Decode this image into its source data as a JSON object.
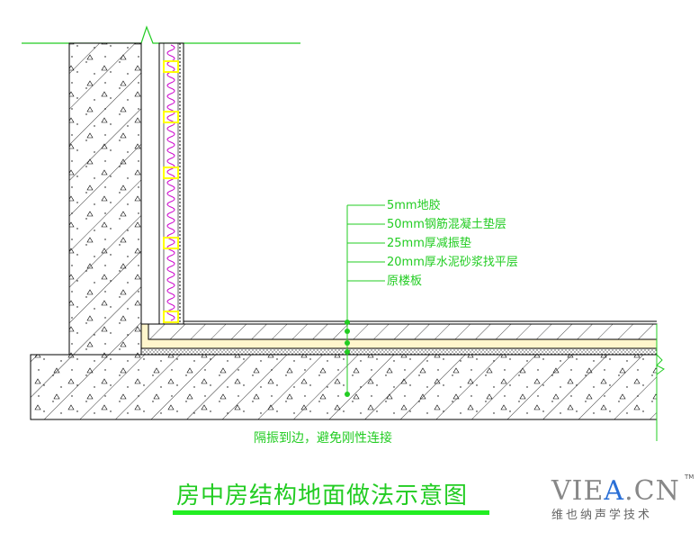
{
  "layer_labels": [
    "5mm地胶",
    "50mm钢筋混凝土垫层",
    "25mm厚减振垫",
    "20mm厚水泥砂浆找平层",
    "原楼板"
  ],
  "note": "隔振到边，避免刚性连接",
  "title": "房中房结构地面做法示意图",
  "logo": {
    "main_prefix": "VIE",
    "main_accent": "A",
    "main_suffix": ".CN",
    "tm": "TM",
    "subtitle": "维也纳声学技术"
  },
  "colors": {
    "annotation": "#22cc22",
    "insulation_yellow": "#ffff00",
    "damping_fill": "#fff6cc",
    "acoustic_wave": "#cc00cc",
    "logo_accent": "#2a6fd6"
  }
}
